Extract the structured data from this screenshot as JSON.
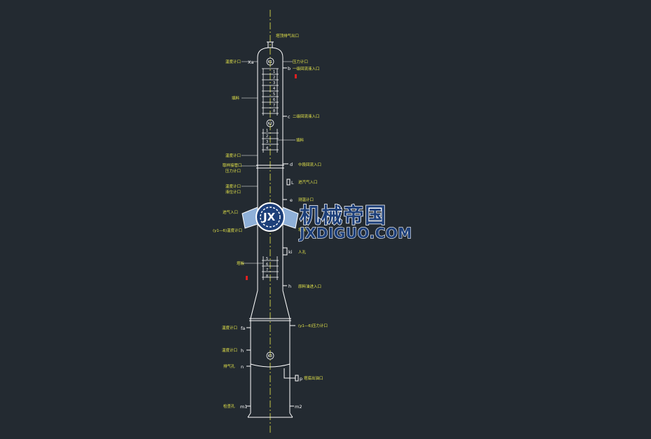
{
  "left_labels": [
    {
      "id": "temp-top",
      "text": "温度计口"
    },
    {
      "id": "packing",
      "text": "填料"
    },
    {
      "id": "temp-mid",
      "text": "温度计口"
    },
    {
      "id": "sample-port",
      "text": "取样接管口"
    },
    {
      "id": "pressure-gauge",
      "text": "压力计口"
    },
    {
      "id": "temp-2",
      "text": "温度计口"
    },
    {
      "id": "level-gauge",
      "text": "液位计口"
    },
    {
      "id": "gas-inlet",
      "text": "进气入口"
    },
    {
      "id": "yi-port",
      "text": "(y1—6)温度计口"
    },
    {
      "id": "tray-support",
      "text": "塔板"
    },
    {
      "id": "temp-low",
      "text": "温度计口"
    },
    {
      "id": "temp-low2",
      "text": "温度计口"
    },
    {
      "id": "drain",
      "text": "排气孔"
    },
    {
      "id": "skirt-vent",
      "text": "检查孔"
    }
  ],
  "right_labels": [
    {
      "id": "top-outlet",
      "text": "塔顶排气出口"
    },
    {
      "id": "pressure-top",
      "text": "压力计口"
    },
    {
      "id": "reflux-1",
      "text": "一级回流液入口"
    },
    {
      "id": "reflux-2",
      "text": "二级回流液入口"
    },
    {
      "id": "packing-r",
      "text": "填料"
    },
    {
      "id": "feed-d",
      "text": "中段回流入口"
    },
    {
      "id": "steam-l",
      "text": "进汽气入口"
    },
    {
      "id": "e-port",
      "text": "测温计口"
    },
    {
      "id": "f-port",
      "text": "塔板"
    },
    {
      "id": "manhole",
      "text": "人孔"
    },
    {
      "id": "h-port",
      "text": "原料油进入口"
    },
    {
      "id": "yi-pressure",
      "text": "(y1—6)压力计口"
    },
    {
      "id": "p-outlet",
      "text": "塔底出油口"
    }
  ],
  "nozzles": {
    "b": "b",
    "c": "c",
    "d": "d",
    "L": "L",
    "e": "e",
    "ki": "ki",
    "h": "h",
    "p": "p",
    "m1": "m1",
    "m2": "m2",
    "n": "n",
    "hb": "h",
    "fa": "fa",
    "xa": "Xa"
  },
  "upper_trays": [
    "1",
    "2",
    "3",
    "4",
    "5",
    "6",
    "7",
    "8"
  ],
  "middle_trays": [
    "1",
    "2",
    "3",
    "4"
  ],
  "lower_trays": [
    "5",
    "6",
    "7",
    "8"
  ],
  "instrument_tags": [
    "K1",
    "K2",
    "K3"
  ],
  "watermark": {
    "logo": "JX",
    "title_cn": "机械帝国",
    "title_en": "JXDIGUO.COM"
  },
  "colors": {
    "background": "#232a31",
    "line": "#ffffff",
    "label": "#e8e84a",
    "centerline": "#e8e84a",
    "accent_red": "#e02020",
    "watermark": "#1d3f79"
  }
}
